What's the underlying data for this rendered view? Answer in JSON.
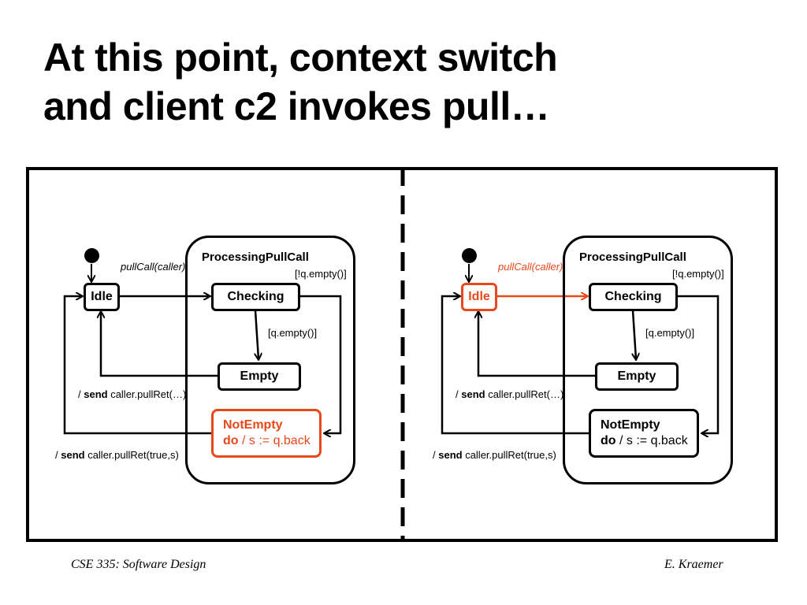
{
  "slide": {
    "title_line1": "At this point, context switch",
    "title_line2": "and client c2 invokes pull…"
  },
  "colors": {
    "active": "#e8481c",
    "default": "#000000"
  },
  "left_diagram": {
    "composite_title": "ProcessingPullCall",
    "states": {
      "idle": "Idle",
      "checking": "Checking",
      "empty": "Empty",
      "notempty_name": "NotEmpty",
      "notempty_do_kw": "do",
      "notempty_do_action": " / s := q.back"
    },
    "labels": {
      "pullcall": "pullCall(caller)",
      "not_empty_guard": "[!q.empty()]",
      "empty_guard": "[q.empty()]",
      "send_prefix": "/ ",
      "send_kw": "send",
      "pullret_empty": " caller.pullRet(…)",
      "pullret_true": " caller.pullRet(true,s)"
    },
    "highlighted": [
      "notempty"
    ]
  },
  "right_diagram": {
    "composite_title": "ProcessingPullCall",
    "states": {
      "idle": "Idle",
      "checking": "Checking",
      "empty": "Empty",
      "notempty_name": "NotEmpty",
      "notempty_do_kw": "do",
      "notempty_do_action": " / s := q.back"
    },
    "labels": {
      "pullcall": "pullCall(caller)",
      "not_empty_guard": "[!q.empty()]",
      "empty_guard": "[q.empty()]",
      "send_prefix": "/ ",
      "send_kw": "send",
      "pullret_empty": " caller.pullRet(…)",
      "pullret_true": " caller.pullRet(true,s)"
    },
    "highlighted": [
      "idle",
      "pullcall-transition"
    ]
  },
  "footer": {
    "course": "CSE 335: Software Design",
    "author": "E. Kraemer"
  }
}
